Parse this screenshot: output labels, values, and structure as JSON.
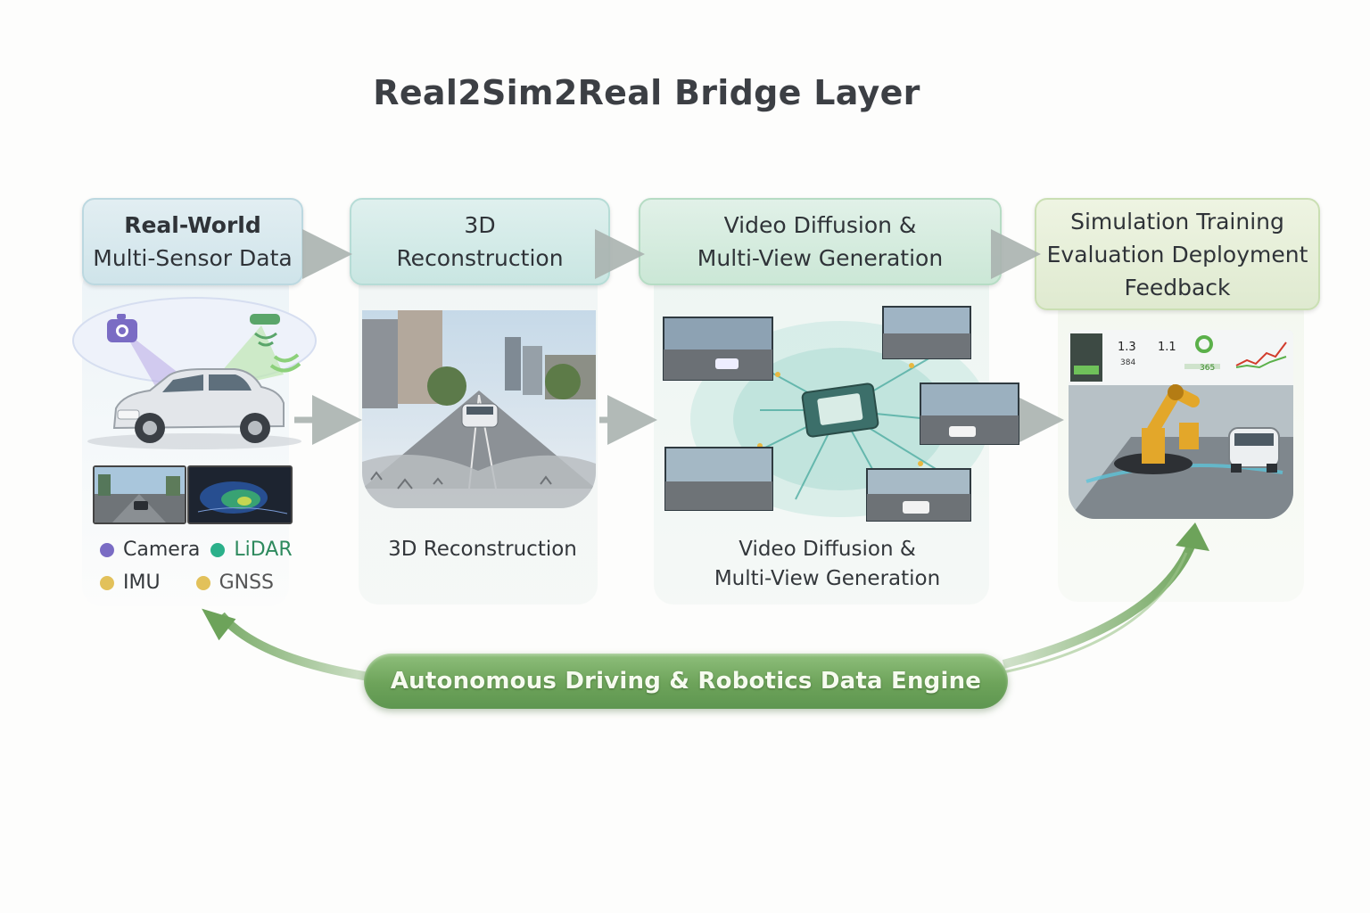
{
  "title": "Real2Sim2Real Bridge Layer",
  "stages": [
    {
      "head_lines": [
        "Real-World",
        "Multi-Sensor Data"
      ]
    },
    {
      "head_lines": [
        "3D",
        "Reconstruction"
      ],
      "caption_lines": [
        "3D Reconstruction"
      ]
    },
    {
      "head_lines": [
        "Video Diffusion &",
        "Multi-View Generation"
      ],
      "caption_lines": [
        "Video Diffusion &",
        "Multi-View Generation"
      ]
    },
    {
      "head_lines": [
        "Simulation Training",
        "Evaluation Deployment",
        "Feedback"
      ]
    }
  ],
  "sensors": [
    {
      "label": "Camera",
      "color": "#7a6cc4"
    },
    {
      "label": "LiDAR",
      "color": "#2bb08a",
      "text_color": "#2e8a5e"
    },
    {
      "label": "IMU",
      "color": "#e2c15a"
    },
    {
      "label": "GNSS",
      "color": "#e2c15a"
    }
  ],
  "dashboard": {
    "v1": "1.3",
    "v2": "384",
    "v3": "1.1",
    "v4": "365"
  },
  "loop_label": "Autonomous Driving & Robotics Data Engine",
  "colors": {
    "loop_green": "#6da35a",
    "arrow_gray": "#aab3b0"
  }
}
